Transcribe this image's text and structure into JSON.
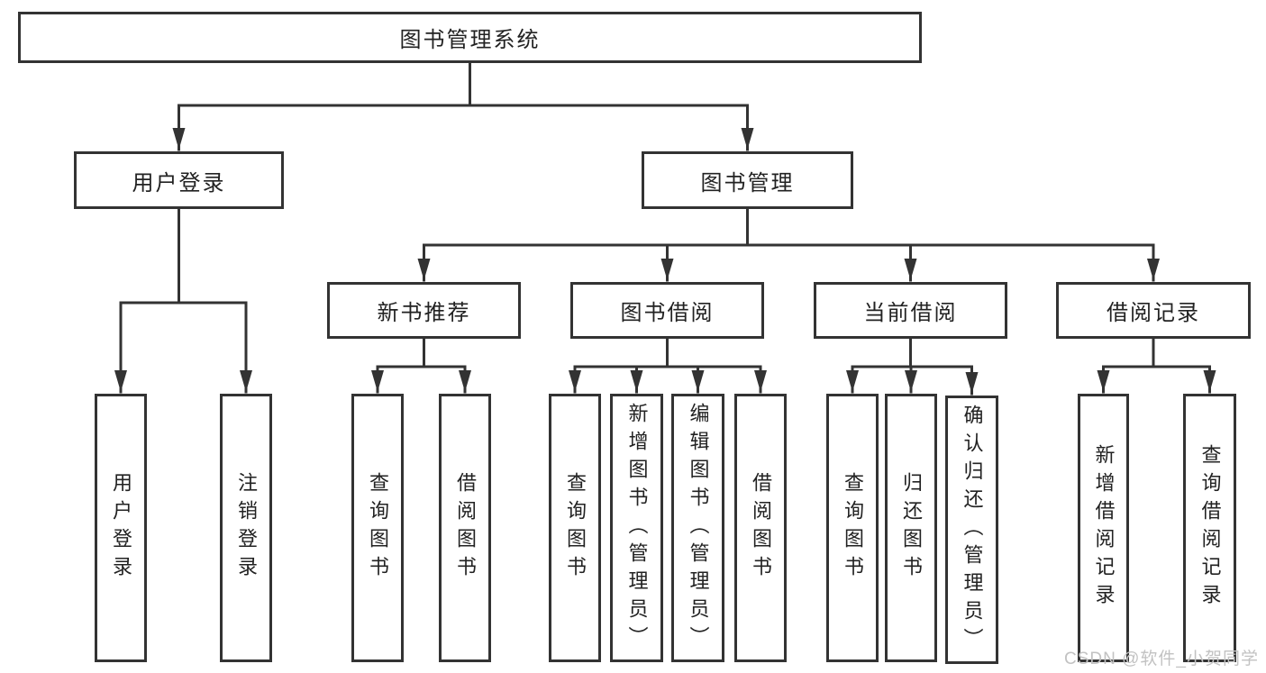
{
  "colors": {
    "line": "#333333",
    "box_border": "#333333",
    "text": "#222222",
    "watermark": "#c2c2c2",
    "background": "#ffffff"
  },
  "tree": {
    "root": {
      "label": "图书管理系统"
    },
    "children": [
      {
        "label": "用户登录",
        "children": [
          {
            "label": "用户登录"
          },
          {
            "label": "注销登录"
          }
        ]
      },
      {
        "label": "图书管理",
        "children": [
          {
            "label": "新书推荐",
            "children": [
              {
                "label": "查询图书"
              },
              {
                "label": "借阅图书"
              }
            ]
          },
          {
            "label": "图书借阅",
            "children": [
              {
                "label": "查询图书"
              },
              {
                "label": "新增图书（管理员）"
              },
              {
                "label": "编辑图书（管理员）"
              },
              {
                "label": "借阅图书"
              }
            ]
          },
          {
            "label": "当前借阅",
            "children": [
              {
                "label": "查询图书"
              },
              {
                "label": "归还图书"
              },
              {
                "label": "确认归还（管理员）"
              }
            ]
          },
          {
            "label": "借阅记录",
            "children": [
              {
                "label": "新增借阅记录"
              },
              {
                "label": "查询借阅记录"
              }
            ]
          }
        ]
      }
    ]
  },
  "watermark": {
    "text": "CSDN @软件_小贺同学"
  }
}
